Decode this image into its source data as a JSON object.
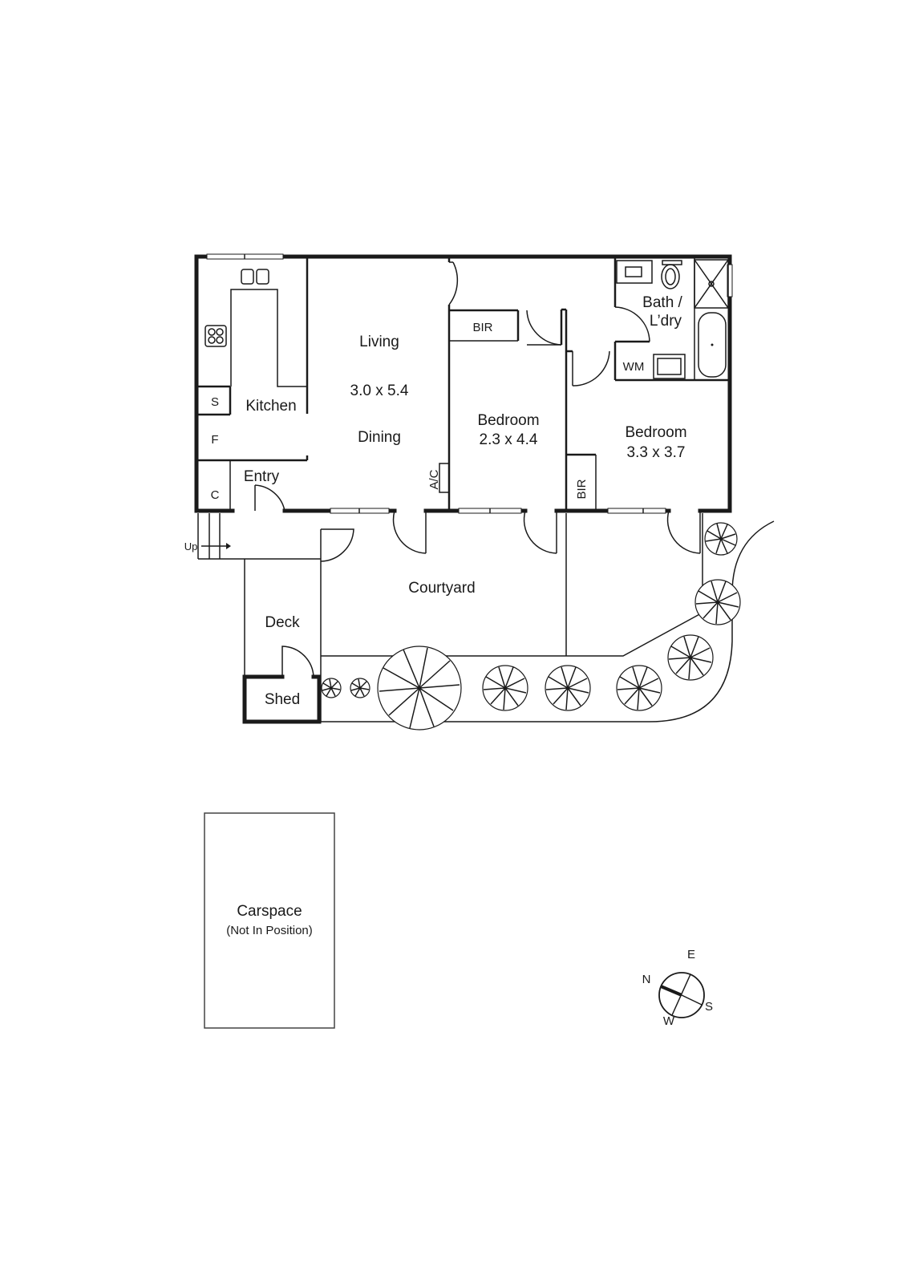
{
  "plan": {
    "rooms": {
      "living_label": "Living",
      "living_dims": "3.0 x 5.4",
      "dining_label": "Dining",
      "kitchen_label": "Kitchen",
      "entry_label": "Entry",
      "bedroom1_label": "Bedroom",
      "bedroom1_dims": "2.3 x 4.4",
      "bedroom2_label": "Bedroom",
      "bedroom2_dims": "3.3 x 3.7",
      "bath_label_1": "Bath /",
      "bath_label_2": "L’dry",
      "courtyard_label": "Courtyard",
      "deck_label": "Deck",
      "shed_label": "Shed",
      "carspace_label": "Carspace",
      "carspace_note": "(Not In Position)"
    },
    "fixtures": {
      "s": "S",
      "f": "F",
      "c": "C",
      "bir1": "BIR",
      "bir2": "BIR",
      "ac": "A/C",
      "wm": "WM",
      "up": "Up"
    },
    "compass": {
      "n": "N",
      "e": "E",
      "s": "S",
      "w": "W"
    }
  }
}
